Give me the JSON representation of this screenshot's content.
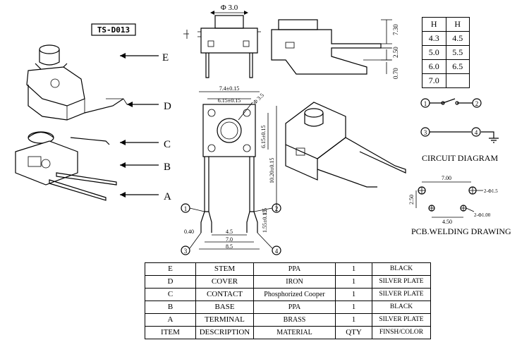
{
  "model": "TS-D013",
  "labels": {
    "E": "E",
    "D": "D",
    "C": "C",
    "B": "B",
    "A": "A",
    "phi3": "Φ 3.0",
    "d_730": "7.30",
    "d_250": "2.50",
    "d_070": "0.70",
    "d_74": "7.4±0.15",
    "d_615": "6.15±0.15",
    "d_35": "Φ 3.5",
    "d_615v": "6.15±0.15",
    "d_1020": "10.20±0.15",
    "d_15": "1.5",
    "d_155": "1.55±0.15",
    "d_040": "0.40",
    "d_45": "4.5",
    "d_70": "7.0",
    "d_85": "8.5",
    "pin1": "1",
    "pin2": "2",
    "pin3": "3",
    "pin4": "4",
    "circuit": "CIRCUIT DIAGRAM",
    "pcb": "PCB.WELDING DRAWING",
    "pcb_700": "7.00",
    "pcb_450": "4.50",
    "pcb_250": "2.50",
    "pcb_hole1": "2-Φ1.5",
    "pcb_hole2": "2-Φ1.00"
  },
  "h_table": {
    "headers": [
      "H",
      "H"
    ],
    "rows": [
      [
        "4.3",
        "4.5"
      ],
      [
        "5.0",
        "5.5"
      ],
      [
        "6.0",
        "6.5"
      ],
      [
        "7.0",
        ""
      ]
    ]
  },
  "bom": [
    {
      "item": "E",
      "desc": "STEM",
      "mat": "PPA",
      "qty": "1",
      "fin": "BLACK"
    },
    {
      "item": "D",
      "desc": "COVER",
      "mat": "IRON",
      "qty": "1",
      "fin": "SILVER PLATE"
    },
    {
      "item": "C",
      "desc": "CONTACT",
      "mat": "Phosphorized Cooper",
      "qty": "1",
      "fin": "SILVER PLATE"
    },
    {
      "item": "B",
      "desc": "BASE",
      "mat": "PPA",
      "qty": "1",
      "fin": "BLACK"
    },
    {
      "item": "A",
      "desc": "TERMINAL",
      "mat": "BRASS",
      "qty": "1",
      "fin": "SILVER PLATE"
    },
    {
      "item": "ITEM",
      "desc": "DESCRIPTION",
      "mat": "MATERIAL",
      "qty": "QTY",
      "fin": "FINSH/COLOR"
    }
  ]
}
